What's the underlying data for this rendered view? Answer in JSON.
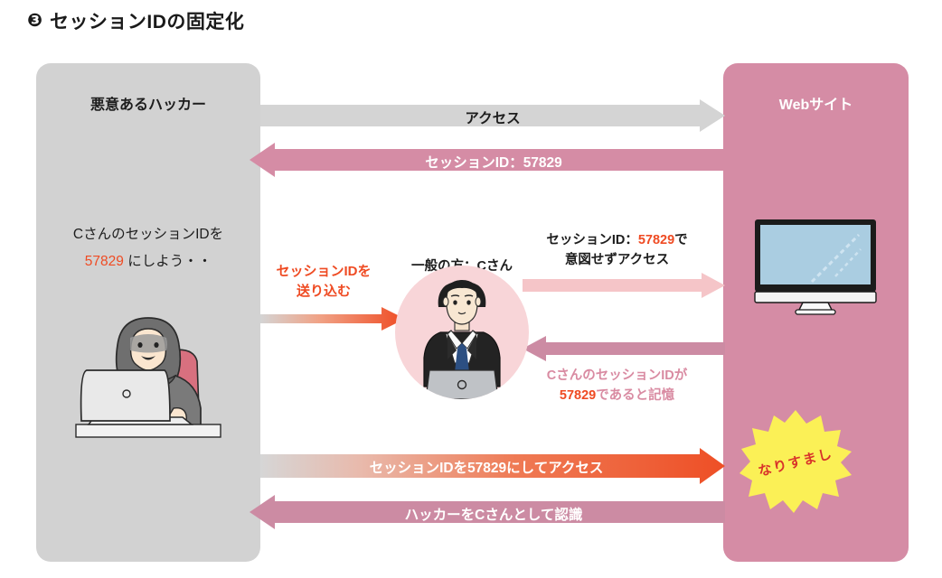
{
  "title": {
    "badge": "❸",
    "text": "セッションIDの固定化"
  },
  "panels": {
    "hacker": {
      "title": "悪意あるハッカー",
      "note_line1": "CさんのセッションIDを",
      "note_session_id": "57829",
      "note_line2_tail": " にしよう・・",
      "bg_color": "#d2d2d2"
    },
    "website": {
      "title": "Webサイト",
      "bg_color": "#d58ca5"
    }
  },
  "person": {
    "label": "一般の方：Cさん",
    "circle_color": "#f8d5d8"
  },
  "arrows": [
    {
      "id": "access",
      "label": "アクセス",
      "direction": "right",
      "color": "#d4d4d4",
      "label_color": "#1d1d1d"
    },
    {
      "id": "session-id-reply",
      "label": "セッションID：57829",
      "direction": "left",
      "color": "#d58ca5",
      "label_color": "#ffffff"
    },
    {
      "id": "inject-session-id",
      "label": "",
      "direction": "right",
      "color": "#ef4b23",
      "label_color": "#ef4b23"
    },
    {
      "id": "unintended-access",
      "label": "",
      "direction": "right",
      "color": "#f5c5c8",
      "label_color": "#1d1d1d"
    },
    {
      "id": "remember-session",
      "label": "",
      "direction": "left",
      "color": "#cc8ba3",
      "label_color": "#d98ba2"
    },
    {
      "id": "access-with-57829",
      "label": "セッションIDを57829にしてアクセス",
      "direction": "right",
      "color": "#ef5a32",
      "label_color": "#ffffff"
    },
    {
      "id": "recognize-as-c",
      "label": "ハッカーをCさんとして認識",
      "direction": "left",
      "color": "#cc8ba3",
      "label_color": "#ffffff"
    }
  ],
  "free_texts": {
    "send_session_line1": "セッションIDを",
    "send_session_line2": "送り込む",
    "unintended_line1_head": "セッションID：",
    "unintended_session_id": "57829",
    "unintended_line1_tail": "で",
    "unintended_line2": "意図せずアクセス",
    "remember_line1": "CさんのセッションIDが",
    "remember_session_id": "57829",
    "remember_line2_tail": "であると記憶"
  },
  "starburst": {
    "label": "なりすまし",
    "fill": "#fbf056",
    "text_color": "#d8332a"
  },
  "icons": {
    "hacker": "hooded-hacker-at-laptop-icon",
    "person": "businessman-at-laptop-icon",
    "monitor": "desktop-monitor-icon"
  },
  "colors": {
    "accent_orange": "#ef4b23",
    "accent_pink": "#d58ca5",
    "light_pink": "#f5c5c8",
    "gray": "#d2d2d2"
  }
}
